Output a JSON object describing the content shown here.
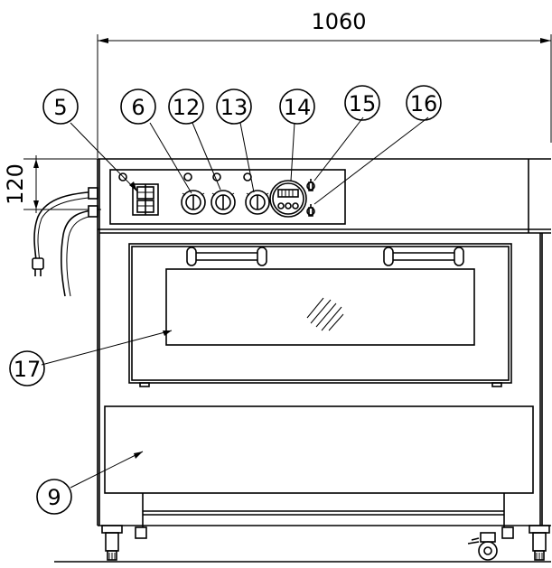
{
  "dimensions": {
    "width_label": "1060",
    "height_label": "120"
  },
  "callouts": [
    {
      "id": "c5",
      "label": "5"
    },
    {
      "id": "c6",
      "label": "6"
    },
    {
      "id": "c12",
      "label": "12"
    },
    {
      "id": "c13",
      "label": "13"
    },
    {
      "id": "c14",
      "label": "14"
    },
    {
      "id": "c15",
      "label": "15"
    },
    {
      "id": "c16",
      "label": "16"
    },
    {
      "id": "c17",
      "label": "17"
    },
    {
      "id": "c9",
      "label": "9"
    }
  ]
}
